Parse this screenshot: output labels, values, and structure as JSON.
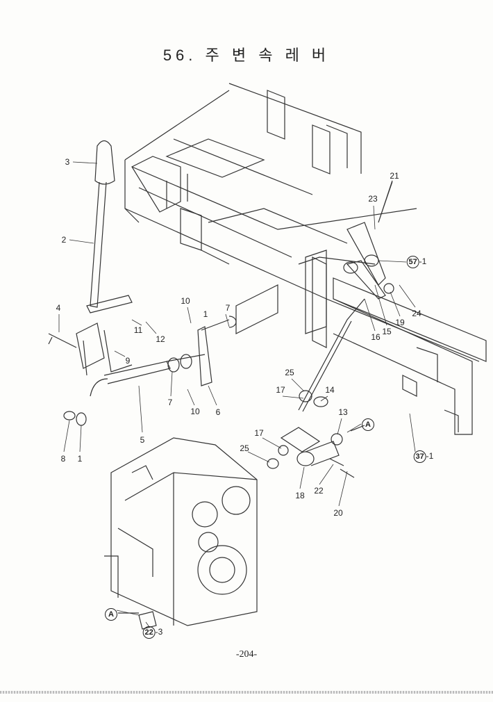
{
  "title": "56. 주 변 속 레 버",
  "page_number": "-204-",
  "callouts": [
    {
      "id": "c3",
      "text": "3"
    },
    {
      "id": "c2",
      "text": "2"
    },
    {
      "id": "c4",
      "text": "4"
    },
    {
      "id": "c11",
      "text": "11"
    },
    {
      "id": "c12",
      "text": "12"
    },
    {
      "id": "c9",
      "text": "9"
    },
    {
      "id": "c10a",
      "text": "10"
    },
    {
      "id": "c1a",
      "text": "1"
    },
    {
      "id": "c7a",
      "text": "7"
    },
    {
      "id": "c7b",
      "text": "7"
    },
    {
      "id": "c10b",
      "text": "10"
    },
    {
      "id": "c6",
      "text": "6"
    },
    {
      "id": "c5",
      "text": "5"
    },
    {
      "id": "c8",
      "text": "8"
    },
    {
      "id": "c1b",
      "text": "1"
    },
    {
      "id": "c21",
      "text": "21"
    },
    {
      "id": "c23",
      "text": "23"
    },
    {
      "id": "c57",
      "text": "57",
      "suffix": "-1"
    },
    {
      "id": "c24",
      "text": "24"
    },
    {
      "id": "c19",
      "text": "19"
    },
    {
      "id": "c15",
      "text": "15"
    },
    {
      "id": "c16",
      "text": "16"
    },
    {
      "id": "c25a",
      "text": "25"
    },
    {
      "id": "c17a",
      "text": "17"
    },
    {
      "id": "c14",
      "text": "14"
    },
    {
      "id": "c13",
      "text": "13"
    },
    {
      "id": "cAa",
      "text": "A"
    },
    {
      "id": "c17b",
      "text": "17"
    },
    {
      "id": "c25b",
      "text": "25"
    },
    {
      "id": "c18",
      "text": "18"
    },
    {
      "id": "c22",
      "text": "22"
    },
    {
      "id": "c20",
      "text": "20"
    },
    {
      "id": "c37",
      "text": "37",
      "suffix": "-1"
    },
    {
      "id": "cAb",
      "text": "A"
    },
    {
      "id": "c22b",
      "text": "22",
      "suffix": "-3"
    }
  ]
}
